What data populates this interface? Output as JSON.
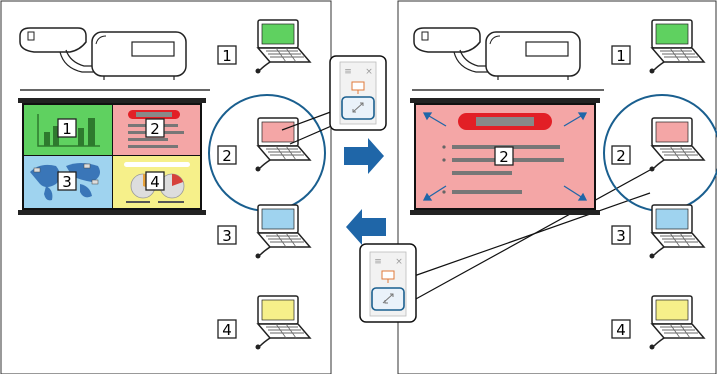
{
  "left_panel": {
    "screen_quadrants": [
      {
        "label": "1",
        "color": "#5fd160"
      },
      {
        "label": "2",
        "color": "#f4a6a6"
      },
      {
        "label": "3",
        "color": "#9fd3ef"
      },
      {
        "label": "4",
        "color": "#f6f08a"
      }
    ],
    "laptops": [
      {
        "label": "1",
        "screen_color": "#5fd160"
      },
      {
        "label": "2",
        "screen_color": "#f4a6a6"
      },
      {
        "label": "3",
        "screen_color": "#9fd3ef"
      },
      {
        "label": "4",
        "screen_color": "#f6f08a"
      }
    ]
  },
  "right_panel": {
    "screen_label": "2",
    "screen_color": "#f4a6a6",
    "laptops": [
      {
        "label": "1",
        "screen_color": "#5fd160"
      },
      {
        "label": "2",
        "screen_color": "#f4a6a6"
      },
      {
        "label": "3",
        "screen_color": "#9fd3ef"
      },
      {
        "label": "4",
        "screen_color": "#f6f08a"
      }
    ]
  },
  "toolbar_icons": {
    "menu": "≡",
    "close": "×",
    "present": "present-icon",
    "fullscreen": "expand-icon"
  },
  "colors": {
    "arrow": "#1f66a8",
    "circle": "#1a5f8f",
    "highlight_red": "#e21f26"
  }
}
